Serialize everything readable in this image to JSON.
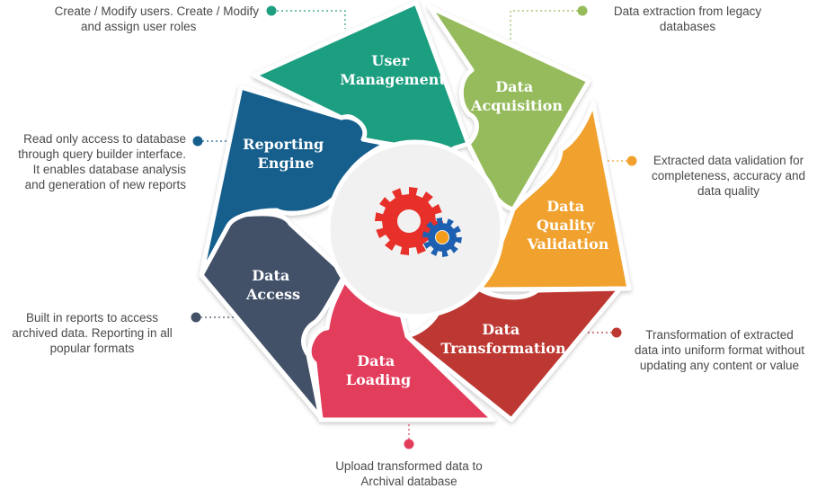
{
  "segments": [
    {
      "id": "user-management",
      "lines": [
        "User",
        "Management"
      ],
      "color": "#1f9e80"
    },
    {
      "id": "data-acquisition",
      "lines": [
        "Data",
        "Acquisition"
      ],
      "color": "#95bb5b"
    },
    {
      "id": "data-quality-validation",
      "lines": [
        "Data",
        "Quality",
        "Validation"
      ],
      "color": "#f0a12e"
    },
    {
      "id": "data-transformation",
      "lines": [
        "Data",
        "Transformation"
      ],
      "color": "#bd3831"
    },
    {
      "id": "data-loading",
      "lines": [
        "Data",
        "Loading"
      ],
      "color": "#e33d5c"
    },
    {
      "id": "data-access",
      "lines": [
        "Data",
        "Access"
      ],
      "color": "#435167"
    },
    {
      "id": "reporting-engine",
      "lines": [
        "Reporting",
        "Engine"
      ],
      "color": "#165f8d"
    }
  ],
  "notes": {
    "user_management": [
      "Create / Modify users. Create / Modify",
      "and assign user roles"
    ],
    "data_acquisition": [
      "Data extraction from legacy",
      "databases"
    ],
    "data_quality_validation": [
      "Extracted data validation for",
      "completeness, accuracy and",
      "data quality"
    ],
    "data_transformation": [
      "Transformation of extracted",
      "data into uniform format without",
      "updating any content or value"
    ],
    "data_loading": [
      "Upload transformed data to",
      "Archival database"
    ],
    "data_access": [
      "Built in reports to access",
      "archived data. Reporting in all",
      "popular formats"
    ],
    "reporting_engine": [
      "Read only access to database",
      "through query builder interface.",
      "It enables database analysis",
      "and generation of new reports"
    ]
  },
  "center": {
    "icon": "gears-icon",
    "gear_colors": [
      "#e8302a",
      "#1d5fb0",
      "#f39c1a"
    ],
    "disc_color": "#f1f1f1"
  }
}
